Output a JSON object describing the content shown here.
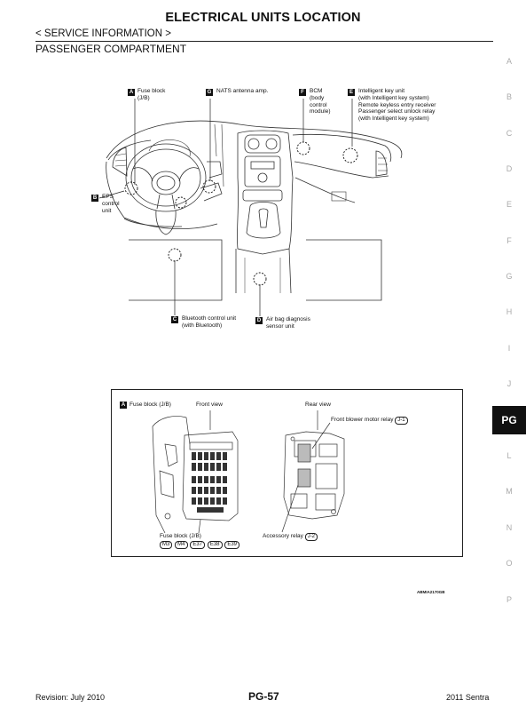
{
  "header": {
    "title": "ELECTRICAL UNITS LOCATION",
    "section": "< SERVICE INFORMATION >",
    "subtitle": "PASSENGER COMPARTMENT"
  },
  "side_index": [
    "A",
    "B",
    "C",
    "D",
    "E",
    "F",
    "G",
    "H",
    "I",
    "J",
    "PG",
    "L",
    "M",
    "N",
    "O",
    "P"
  ],
  "diagram_top": {
    "callouts": {
      "A": {
        "key": "A",
        "text": "Fuse block\n(J/B)"
      },
      "G": {
        "key": "G",
        "text": "NATS antenna amp."
      },
      "F": {
        "key": "F",
        "text": "BCM\n(body\ncontrol\nmodule)"
      },
      "E": {
        "key": "E",
        "text": "Intelligent key unit\n(with Intelligent key system)\nRemote keyless entry receiver\nPassenger select unlock relay\n(with Intelligent key system)"
      },
      "B": {
        "key": "B",
        "text": "EPS\ncontrol\nunit"
      },
      "C": {
        "key": "C",
        "text": "Bluetooth control unit\n(with Bluetooth)"
      },
      "D": {
        "key": "D",
        "text": "Air bag diagnosis\nsensor unit"
      }
    }
  },
  "diagram_bottom": {
    "key": "A",
    "heading": "Fuse block (J/B)",
    "front_view": "Front view",
    "rear_view": "Rear view",
    "front_blower_relay": "Front blower motor relay",
    "front_blower_conn": "J-1",
    "fuse_block_label": "Fuse block (J/B)",
    "connectors": [
      "M3",
      "M4",
      "E37",
      "E38",
      "E39"
    ],
    "accessory_relay": "Accessory relay",
    "accessory_conn": "J-2"
  },
  "image_code": "ABMIA2170GB",
  "footer": {
    "revision": "Revision: July 2010",
    "page": "PG-57",
    "model": "2011 Sentra"
  }
}
